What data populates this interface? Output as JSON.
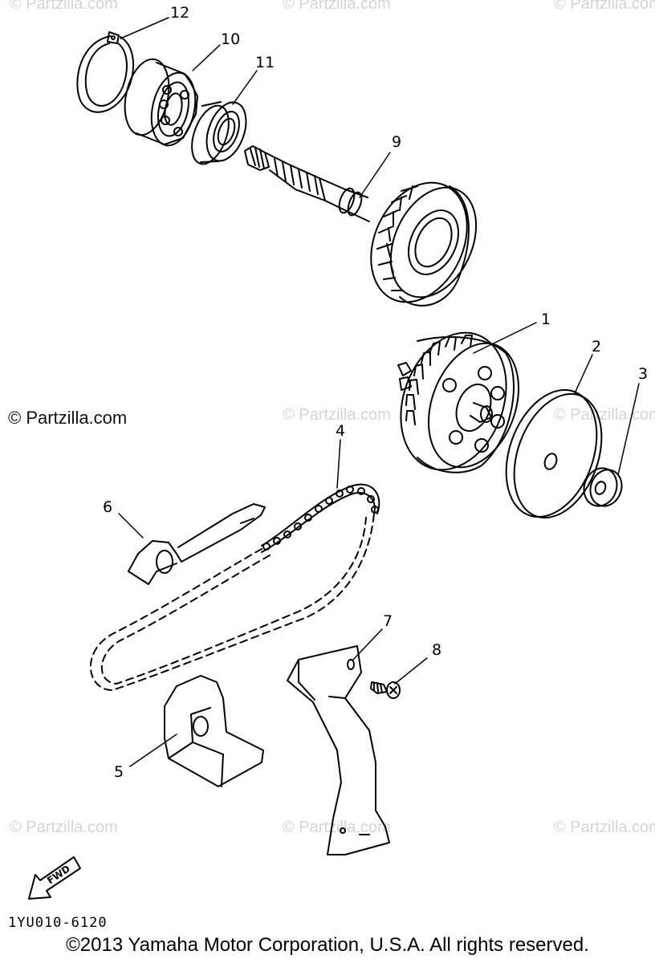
{
  "watermarks": {
    "main": "© Partzilla.com",
    "faint": "© Partzilla.com"
  },
  "callouts": {
    "p1": "1",
    "p2": "2",
    "p3": "3",
    "p4": "4",
    "p5": "5",
    "p6": "6",
    "p7": "7",
    "p8": "8",
    "p9": "9",
    "p10": "10",
    "p11": "11",
    "p12": "12"
  },
  "fwd_label": "FWD",
  "drawing_code": "1YU010-6120",
  "copyright": "©2013 Yamaha Motor Corporation, U.S.A. All rights reserved.",
  "colors": {
    "line": "#000000",
    "watermark": "#d4d4d4",
    "background": "#ffffff"
  }
}
